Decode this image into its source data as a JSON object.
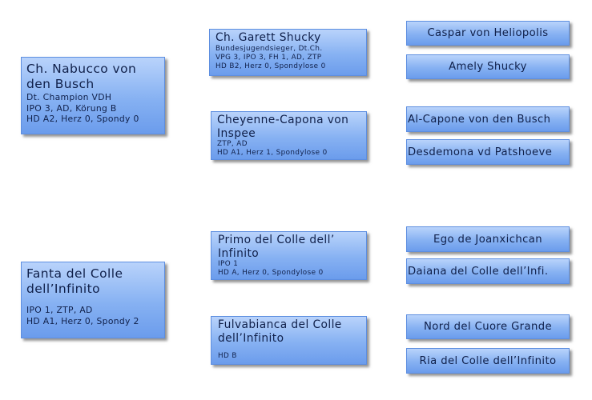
{
  "pedigree": {
    "sire": {
      "name": "Ch. Nabucco von den Busch",
      "lines": [
        "Dt. Champion VDH",
        "IPO 3, AD, Körung B",
        "HD A2, Herz 0, Spondy 0"
      ],
      "sire": {
        "name": "Ch. Garett Shucky",
        "lines": [
          "Bundesjugendsieger, Dt.Ch.",
          "VPG 3, IPO 3, FH 1, AD, ZTP",
          "HD B2, Herz 0, Spondylose 0"
        ],
        "sire": {
          "name": "Caspar von Heliopolis"
        },
        "dam": {
          "name": "Amely Shucky"
        }
      },
      "dam": {
        "name": "Cheyenne-Capona von Inspee",
        "lines": [
          "ZTP, AD",
          "HD A1, Herz 1, Spondylose 0"
        ],
        "sire": {
          "name": "Al-Capone von den Busch"
        },
        "dam": {
          "name": "Desdemona vd Patshoeve"
        }
      }
    },
    "dam": {
      "name": "Fanta del Colle dell’Infinito",
      "lines": [
        "IPO 1, ZTP, AD",
        "HD A1, Herz 0, Spondy 2"
      ],
      "sire": {
        "name": "Primo del Colle dell’ Infinito",
        "lines": [
          "IPO 1",
          "HD A, Herz 0, Spondylose 0"
        ],
        "sire": {
          "name": "Ego de Joanxichcan"
        },
        "dam": {
          "name": "Daiana del Colle dell’Infi."
        }
      },
      "dam": {
        "name": "Fulvabianca del Colle dell’Infinito",
        "lines": [
          "HD B"
        ],
        "sire": {
          "name": "Nord del Cuore Grande"
        },
        "dam": {
          "name": "Ria del Colle dell’Infinito"
        }
      }
    }
  }
}
